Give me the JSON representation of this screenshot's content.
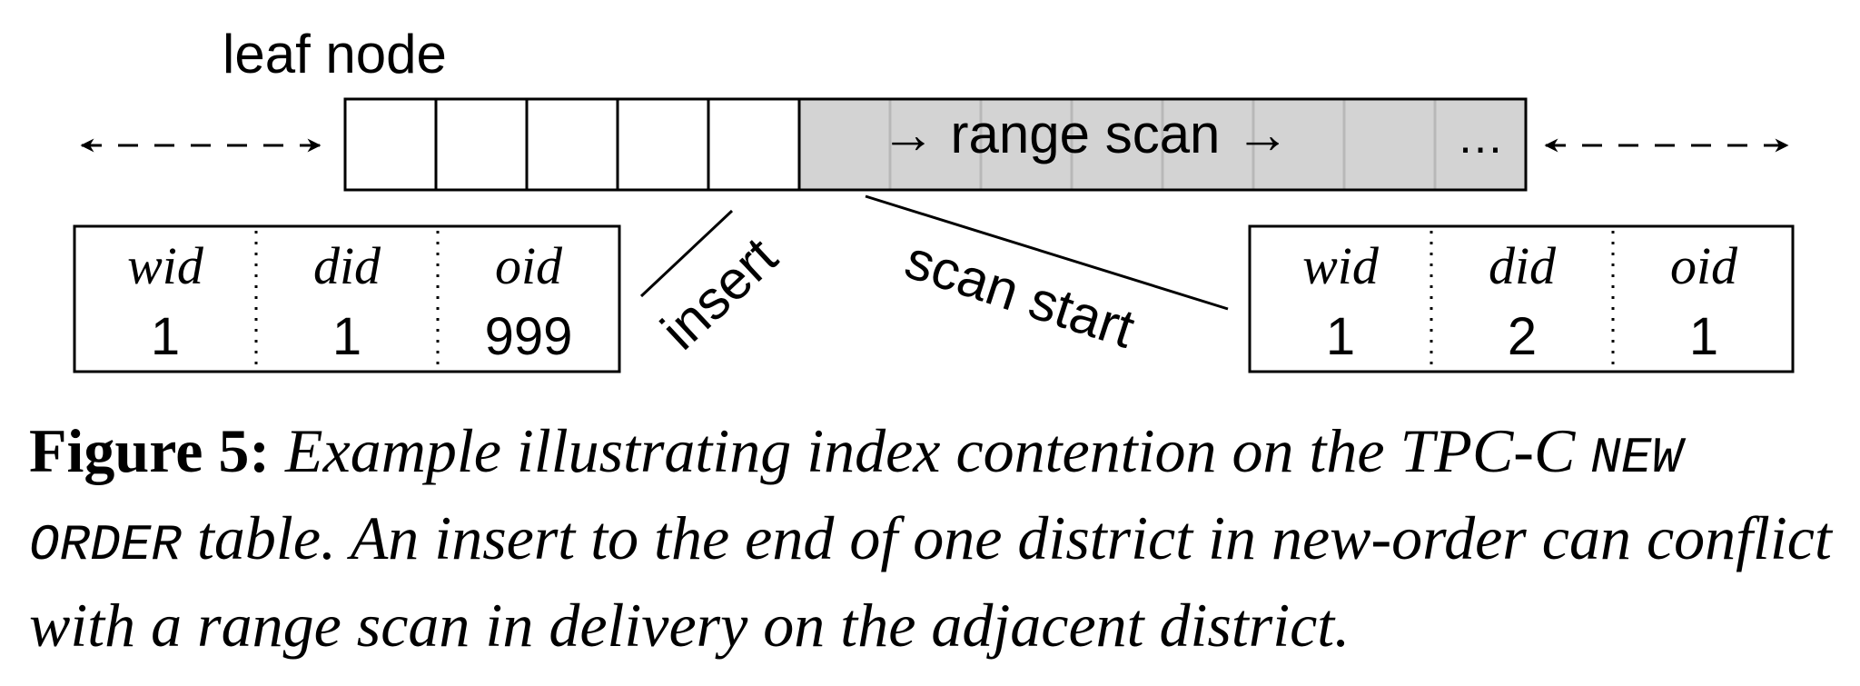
{
  "leaf_label": "leaf node",
  "range_scan_label": "→ range scan →",
  "ellipsis": "…",
  "insert_label": "insert",
  "scan_start_label": "scan start",
  "left_key": {
    "headers": [
      "wid",
      "did",
      "oid"
    ],
    "values": [
      "1",
      "1",
      "999"
    ]
  },
  "right_key": {
    "headers": [
      "wid",
      "did",
      "oid"
    ],
    "values": [
      "1",
      "2",
      "1"
    ]
  },
  "caption": {
    "label": "Figure 5:",
    "text_1": "Example illustrating index contention on the TPC-C",
    "table_name": "NEW ORDER",
    "text_2": "table. An insert to the end of one district in new-order can conflict with a range scan in delivery on the adjacent district."
  },
  "colors": {
    "shaded_cell": "#d3d3d3",
    "shaded_divider": "#b8b8b8",
    "stroke": "#000000"
  }
}
